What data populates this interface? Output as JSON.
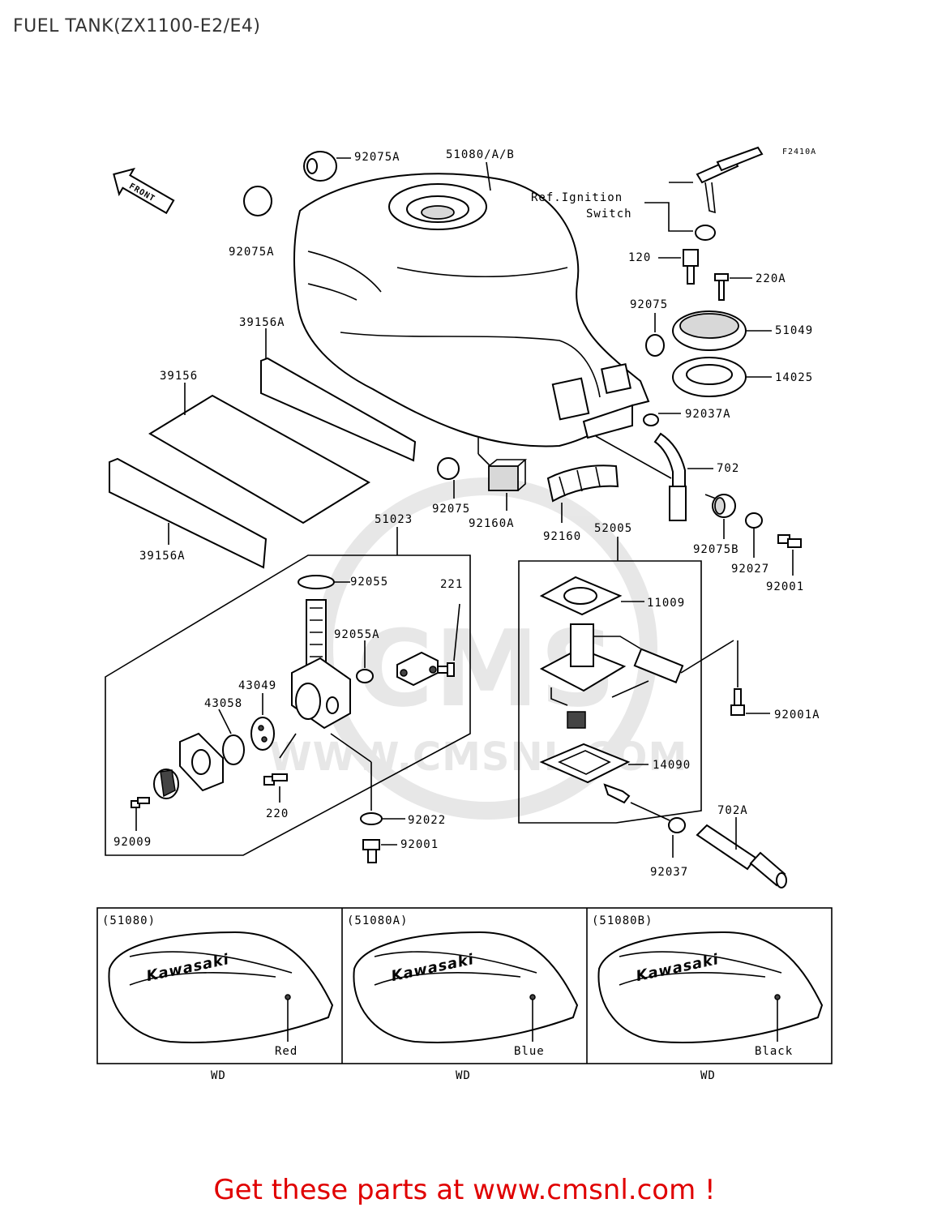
{
  "title": "FUEL TANK(ZX1100-E2/E4)",
  "figure_code": "F2410A",
  "front_arrow_label": "FRONT",
  "ref_note": [
    "Ref.Ignition",
    "Switch"
  ],
  "labels": {
    "p92075A_top": "92075A",
    "p51080": "51080/A/B",
    "p92075A_left": "92075A",
    "p120": "120",
    "p220A": "220A",
    "p92075": "92075",
    "p51049": "51049",
    "p39156A_top": "39156A",
    "p14025": "14025",
    "p39156": "39156",
    "p92037A": "92037A",
    "p702": "702",
    "p92075_mid": "92075",
    "p92160A": "92160A",
    "p92160": "92160",
    "p52005": "52005",
    "p92075B": "92075B",
    "p92027": "92027",
    "p92001_right": "92001",
    "p39156A_bottom": "39156A",
    "p51023": "51023",
    "p92055": "92055",
    "p221": "221",
    "p11009": "11009",
    "p92055A": "92055A",
    "p43049": "43049",
    "p43058": "43058",
    "p92001A": "92001A",
    "p14090": "14090",
    "p220": "220",
    "p92022": "92022",
    "p702A": "702A",
    "p92009": "92009",
    "p92001_bottom": "92001",
    "p92037": "92037"
  },
  "variants": [
    {
      "code": "(51080)",
      "color": "Red",
      "note": "WD"
    },
    {
      "code": "(51080A)",
      "color": "Blue",
      "note": "WD"
    },
    {
      "code": "(51080B)",
      "color": "Black",
      "note": "WD"
    }
  ],
  "tank_logo": "Kawasaki",
  "watermark": "WWW.CMSNL.COM",
  "footer_cta": "Get these parts at www.cmsnl.com !",
  "colors": {
    "cta": "#e00000"
  }
}
